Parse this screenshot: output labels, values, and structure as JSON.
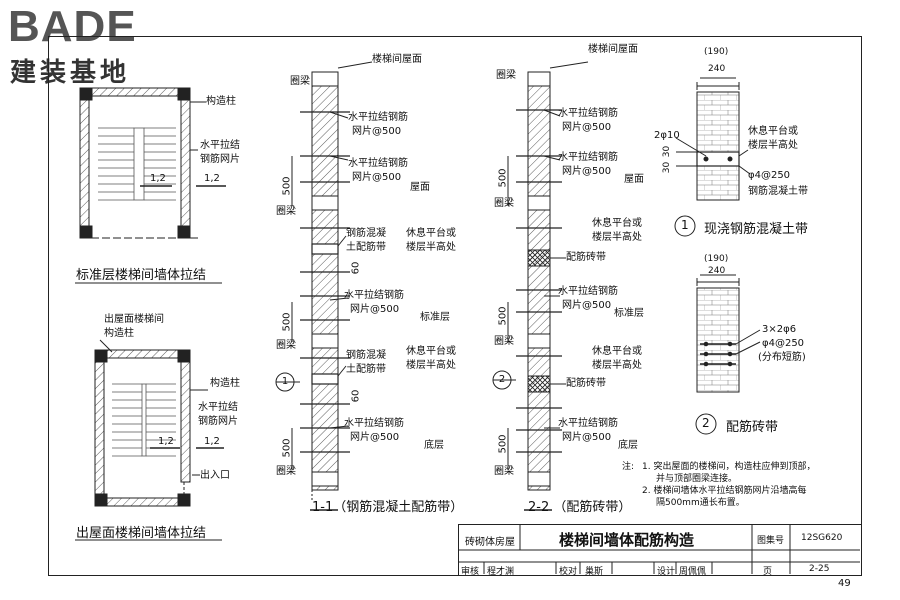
{
  "logo": {
    "brand": "BADE",
    "subtitle": "建装基地"
  },
  "plans": {
    "standard": {
      "label_column": "构造柱",
      "label_mesh_1": "水平拉结",
      "label_mesh_2": "钢筋网片",
      "section_a": "1,2",
      "section_b": "1,2",
      "caption": "标准层楼梯间墙体拉结"
    },
    "roof": {
      "label_top_1": "出屋面楼梯间",
      "label_top_2": "构造柱",
      "label_column": "构造柱",
      "label_mesh_1": "水平拉结",
      "label_mesh_2": "钢筋网片",
      "section_a": "1,2",
      "section_b": "1,2",
      "entrance": "出入口",
      "caption": "出屋面楼梯间墙体拉结"
    }
  },
  "section11": {
    "roof": "楼梯间屋面",
    "ring_beam": "圈梁",
    "mesh1": "水平拉结钢筋",
    "mesh2": "网片@500",
    "roofline": "屋面",
    "rc_band_1": "钢筋混凝",
    "rc_band_2": "土配筋带",
    "rest_1": "休息平台或",
    "rest_2": "楼层半高处",
    "std_floor": "标准层",
    "bottom": "底层",
    "dim_500": "500",
    "dim_60": "60",
    "marker": "1",
    "caption": "1-1（钢筋混凝土配筋带）"
  },
  "section22": {
    "roof": "楼梯间屋面",
    "ring_beam": "圈梁",
    "mesh1": "水平拉结钢筋",
    "mesh2": "网片@500",
    "roofline": "屋面",
    "rest_1": "休息平台或",
    "rest_2": "楼层半高处",
    "brick_band": "配筋砖带",
    "std_floor": "标准层",
    "bottom": "底层",
    "dim_500": "500",
    "marker": "2",
    "caption": "2-2  （配筋砖带）"
  },
  "detail1": {
    "dim_outer": "(190)",
    "dim_inner": "240",
    "rebar": "2φ10",
    "dim_30a": "30",
    "dim_30b": "30",
    "rest_1": "休息平台或",
    "rest_2": "楼层半高处",
    "stirrup": "φ4@250",
    "band": "钢筋混凝土带",
    "num": "1",
    "title": "现浇钢筋混凝土带"
  },
  "detail2": {
    "dim_outer": "(190)",
    "dim_inner": "240",
    "rebar": "3×2φ6",
    "stirrup": "φ4@250",
    "note": "(分布短筋)",
    "num": "2",
    "title": "配筋砖带"
  },
  "notes": {
    "label": "注:",
    "n1a": "1. 突出屋面的楼梯间，构造柱应伸到顶部，",
    "n1b": "并与顶部圈梁连接。",
    "n2a": "2. 楼梯间墙体水平拉结钢筋网片沿墙高每",
    "n2b": "隔500mm通长布置。"
  },
  "title_block": {
    "category": "砖砌体房屋",
    "title": "楼梯间墙体配筋构造",
    "atlas_label": "图集号",
    "atlas_no": "12SG620",
    "review": "审核",
    "reviewer": "程才渊",
    "check": "校对",
    "checker": "巢斯",
    "design": "设计",
    "designer": "周佩佩",
    "page_label": "页",
    "page_no": "2-25"
  },
  "page_number": "49"
}
